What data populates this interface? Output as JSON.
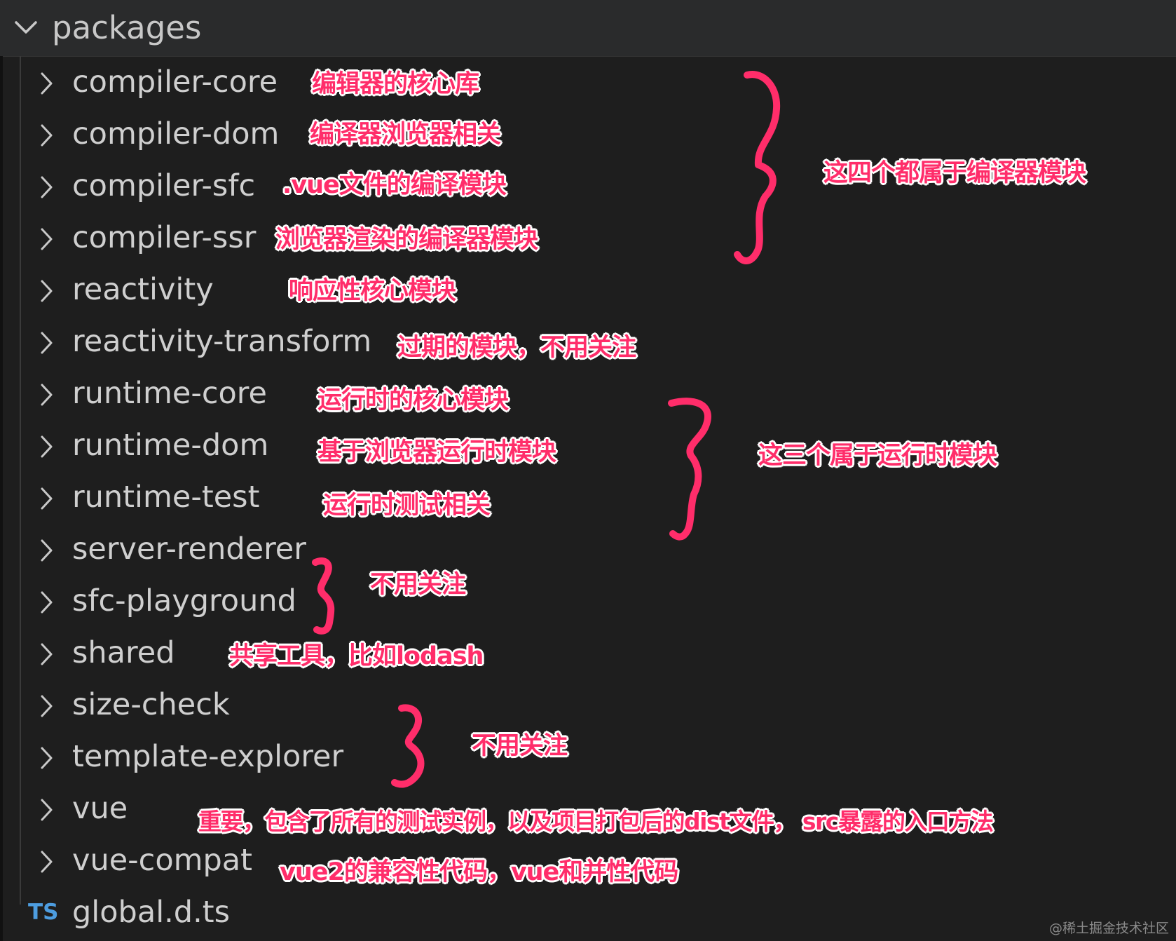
{
  "explorer": {
    "folder_label": "packages",
    "items": [
      {
        "label": "compiler-core",
        "icon": "chevron-right-icon"
      },
      {
        "label": "compiler-dom",
        "icon": "chevron-right-icon"
      },
      {
        "label": "compiler-sfc",
        "icon": "chevron-right-icon"
      },
      {
        "label": "compiler-ssr",
        "icon": "chevron-right-icon"
      },
      {
        "label": "reactivity",
        "icon": "chevron-right-icon"
      },
      {
        "label": "reactivity-transform",
        "icon": "chevron-right-icon"
      },
      {
        "label": "runtime-core",
        "icon": "chevron-right-icon"
      },
      {
        "label": "runtime-dom",
        "icon": "chevron-right-icon"
      },
      {
        "label": "runtime-test",
        "icon": "chevron-right-icon"
      },
      {
        "label": "server-renderer",
        "icon": "chevron-right-icon"
      },
      {
        "label": "sfc-playground",
        "icon": "chevron-right-icon"
      },
      {
        "label": "shared",
        "icon": "chevron-right-icon"
      },
      {
        "label": "size-check",
        "icon": "chevron-right-icon"
      },
      {
        "label": "template-explorer",
        "icon": "chevron-right-icon"
      },
      {
        "label": "vue",
        "icon": "chevron-right-icon"
      },
      {
        "label": "vue-compat",
        "icon": "chevron-right-icon"
      }
    ],
    "file": {
      "label": "global.d.ts",
      "icon_text": "TS"
    }
  },
  "annotations": {
    "compiler_core": "编辑器的核心库",
    "compiler_dom": "编译器浏览器相关",
    "compiler_sfc": ".vue文件的编译模块",
    "compiler_ssr": "浏览器渲染的编译器模块",
    "reactivity": "响应性核心模块",
    "reactivity_transform": "过期的模块，不用关注",
    "runtime_core": "运行时的核心模块",
    "runtime_dom": "基于浏览器运行时模块",
    "runtime_test": "运行时测试相关",
    "group_compiler": "这四个都属于编译器模块",
    "group_runtime": "这三个属于运行时模块",
    "group_server": "不用关注",
    "shared": "共享工具，比如lodash",
    "group_size": "不用关注",
    "vue": "重要，包含了所有的测试实例，以及项目打包后的dist文件， src暴露的入口方法",
    "vue_compat": "vue2的兼容性代码，vue和并性代码"
  },
  "watermark": "@稀土掘金技术社区",
  "colors": {
    "background": "#1e1e1e",
    "header": "#2a2b2c",
    "text": "#cfcfcf",
    "annotation": "#ff2d6a",
    "ts_icon": "#4d9de0"
  }
}
